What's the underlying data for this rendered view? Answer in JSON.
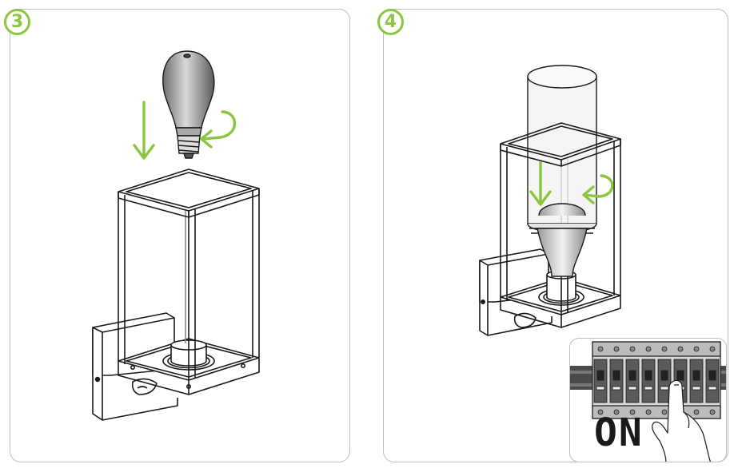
{
  "steps": [
    {
      "number": "3"
    },
    {
      "number": "4"
    }
  ],
  "inset": {
    "switch_state": "ON"
  },
  "colors": {
    "accent": "#8cc63f",
    "line": "#1a1a1a",
    "border": "#bdbdbd"
  }
}
